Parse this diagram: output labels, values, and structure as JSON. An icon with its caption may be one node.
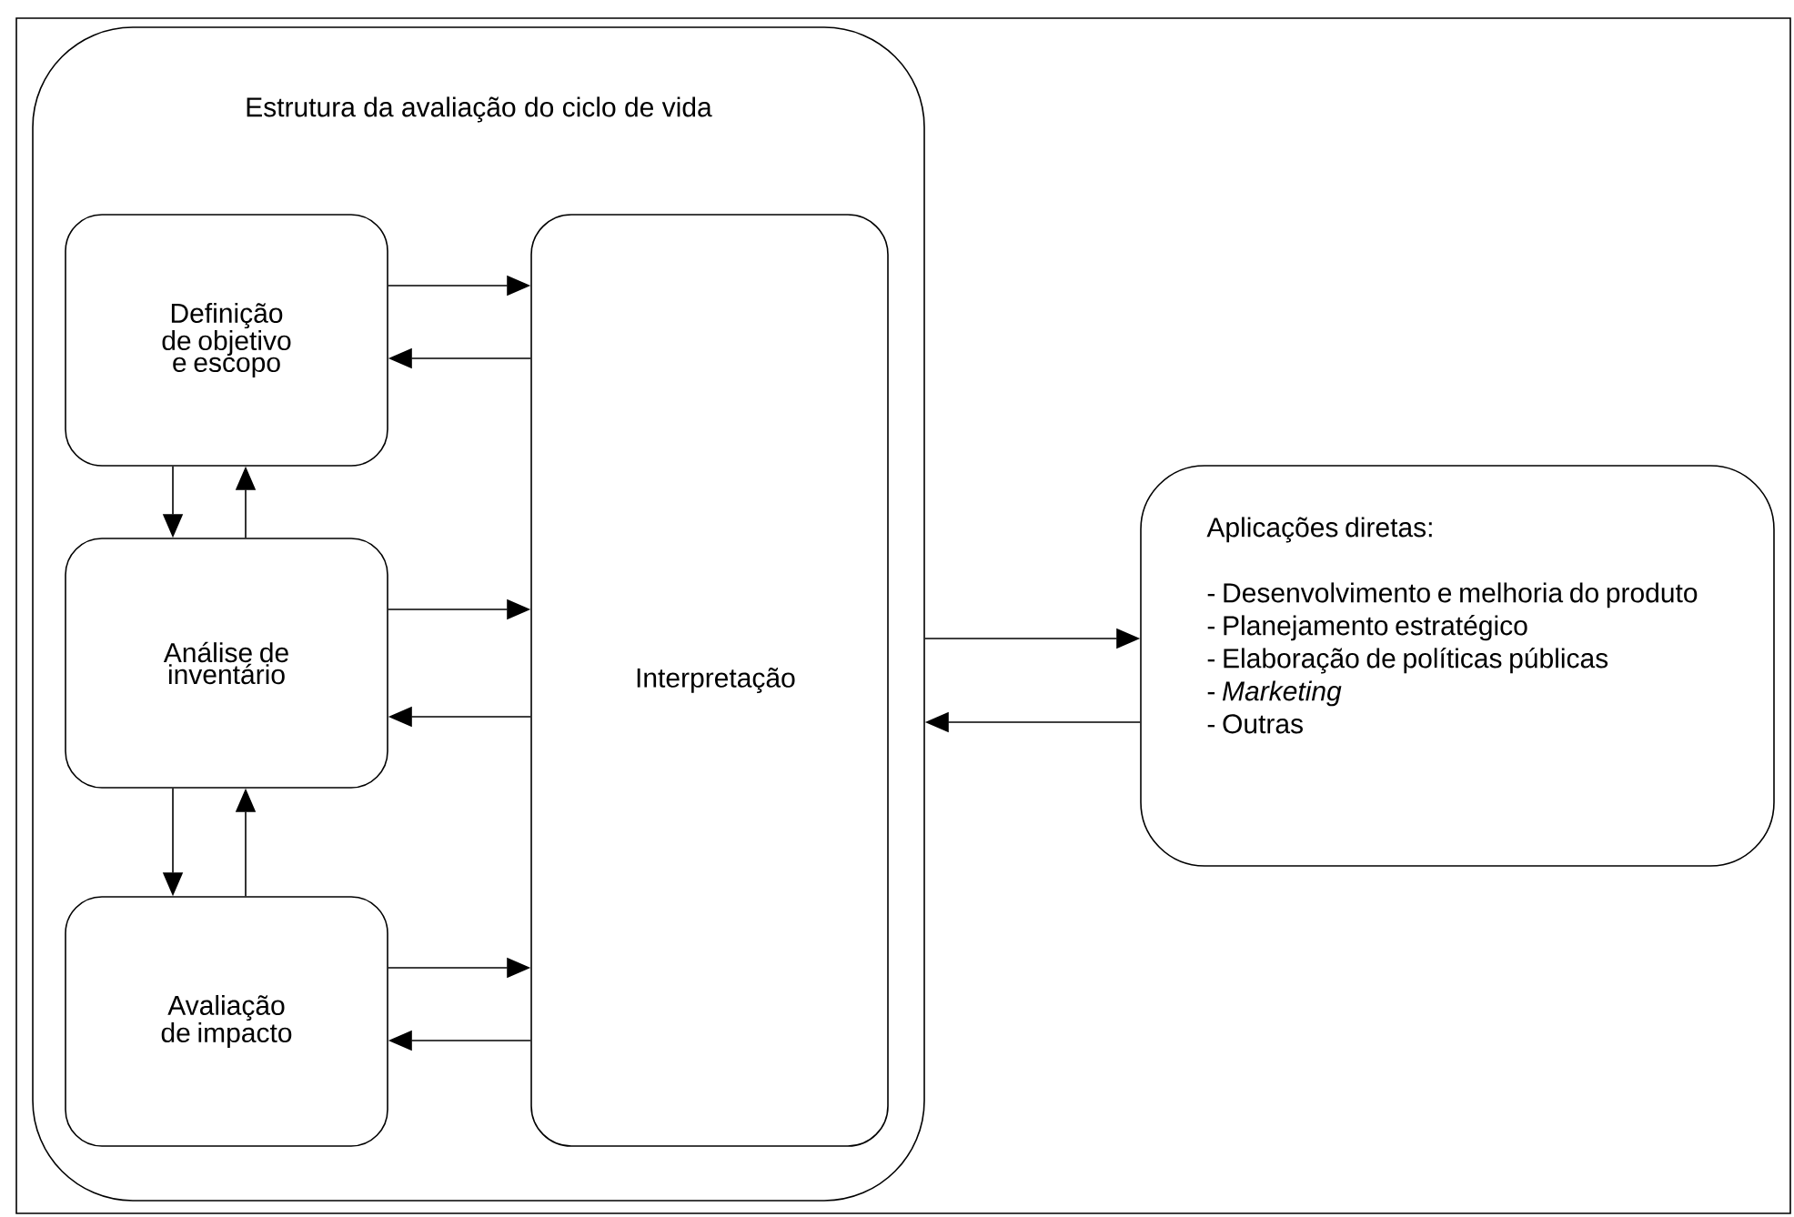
{
  "diagram": {
    "nodes": [
      {
        "text": [
          "Estrutura da avaliação do ciclo de vida"
        ]
      },
      {
        "text": [
          "Definição de objetivo e escopo"
        ],
        "in": 0
      },
      {
        "text": [
          "Análise de inventário"
        ],
        "in": 0
      },
      {
        "text": [
          "Avaliação de impacto"
        ],
        "in": 0
      },
      {
        "text": [
          "Interpretação"
        ],
        "in": 0
      },
      {
        "text": [
          "Aplicações diretas:",
          "- Desenvolvimento e melhoria do produto",
          "- Planejamento estratégico",
          "- Elaboração de políticas públicas",
          "- *Marketing*",
          "- Outras"
        ]
      }
    ],
    "edges": [
      {
        "from": 1,
        "to": 4,
        "arrow": "to"
      },
      {
        "from": 4,
        "to": 1,
        "arrow": "to"
      },
      {
        "from": 1,
        "to": 2,
        "arrow": "to"
      },
      {
        "from": 2,
        "to": 1,
        "arrow": "to"
      },
      {
        "from": 2,
        "to": 4,
        "arrow": "to"
      },
      {
        "from": 4,
        "to": 2,
        "arrow": "to"
      },
      {
        "from": 2,
        "to": 3,
        "arrow": "to"
      },
      {
        "from": 3,
        "to": 2,
        "arrow": "to"
      },
      {
        "from": 3,
        "to": 4,
        "arrow": "to"
      },
      {
        "from": 4,
        "to": 3,
        "arrow": "to"
      },
      {
        "from": 0,
        "to": 5,
        "arrow": "to"
      },
      {
        "from": 5,
        "to": 0,
        "arrow": "to"
      }
    ]
  }
}
